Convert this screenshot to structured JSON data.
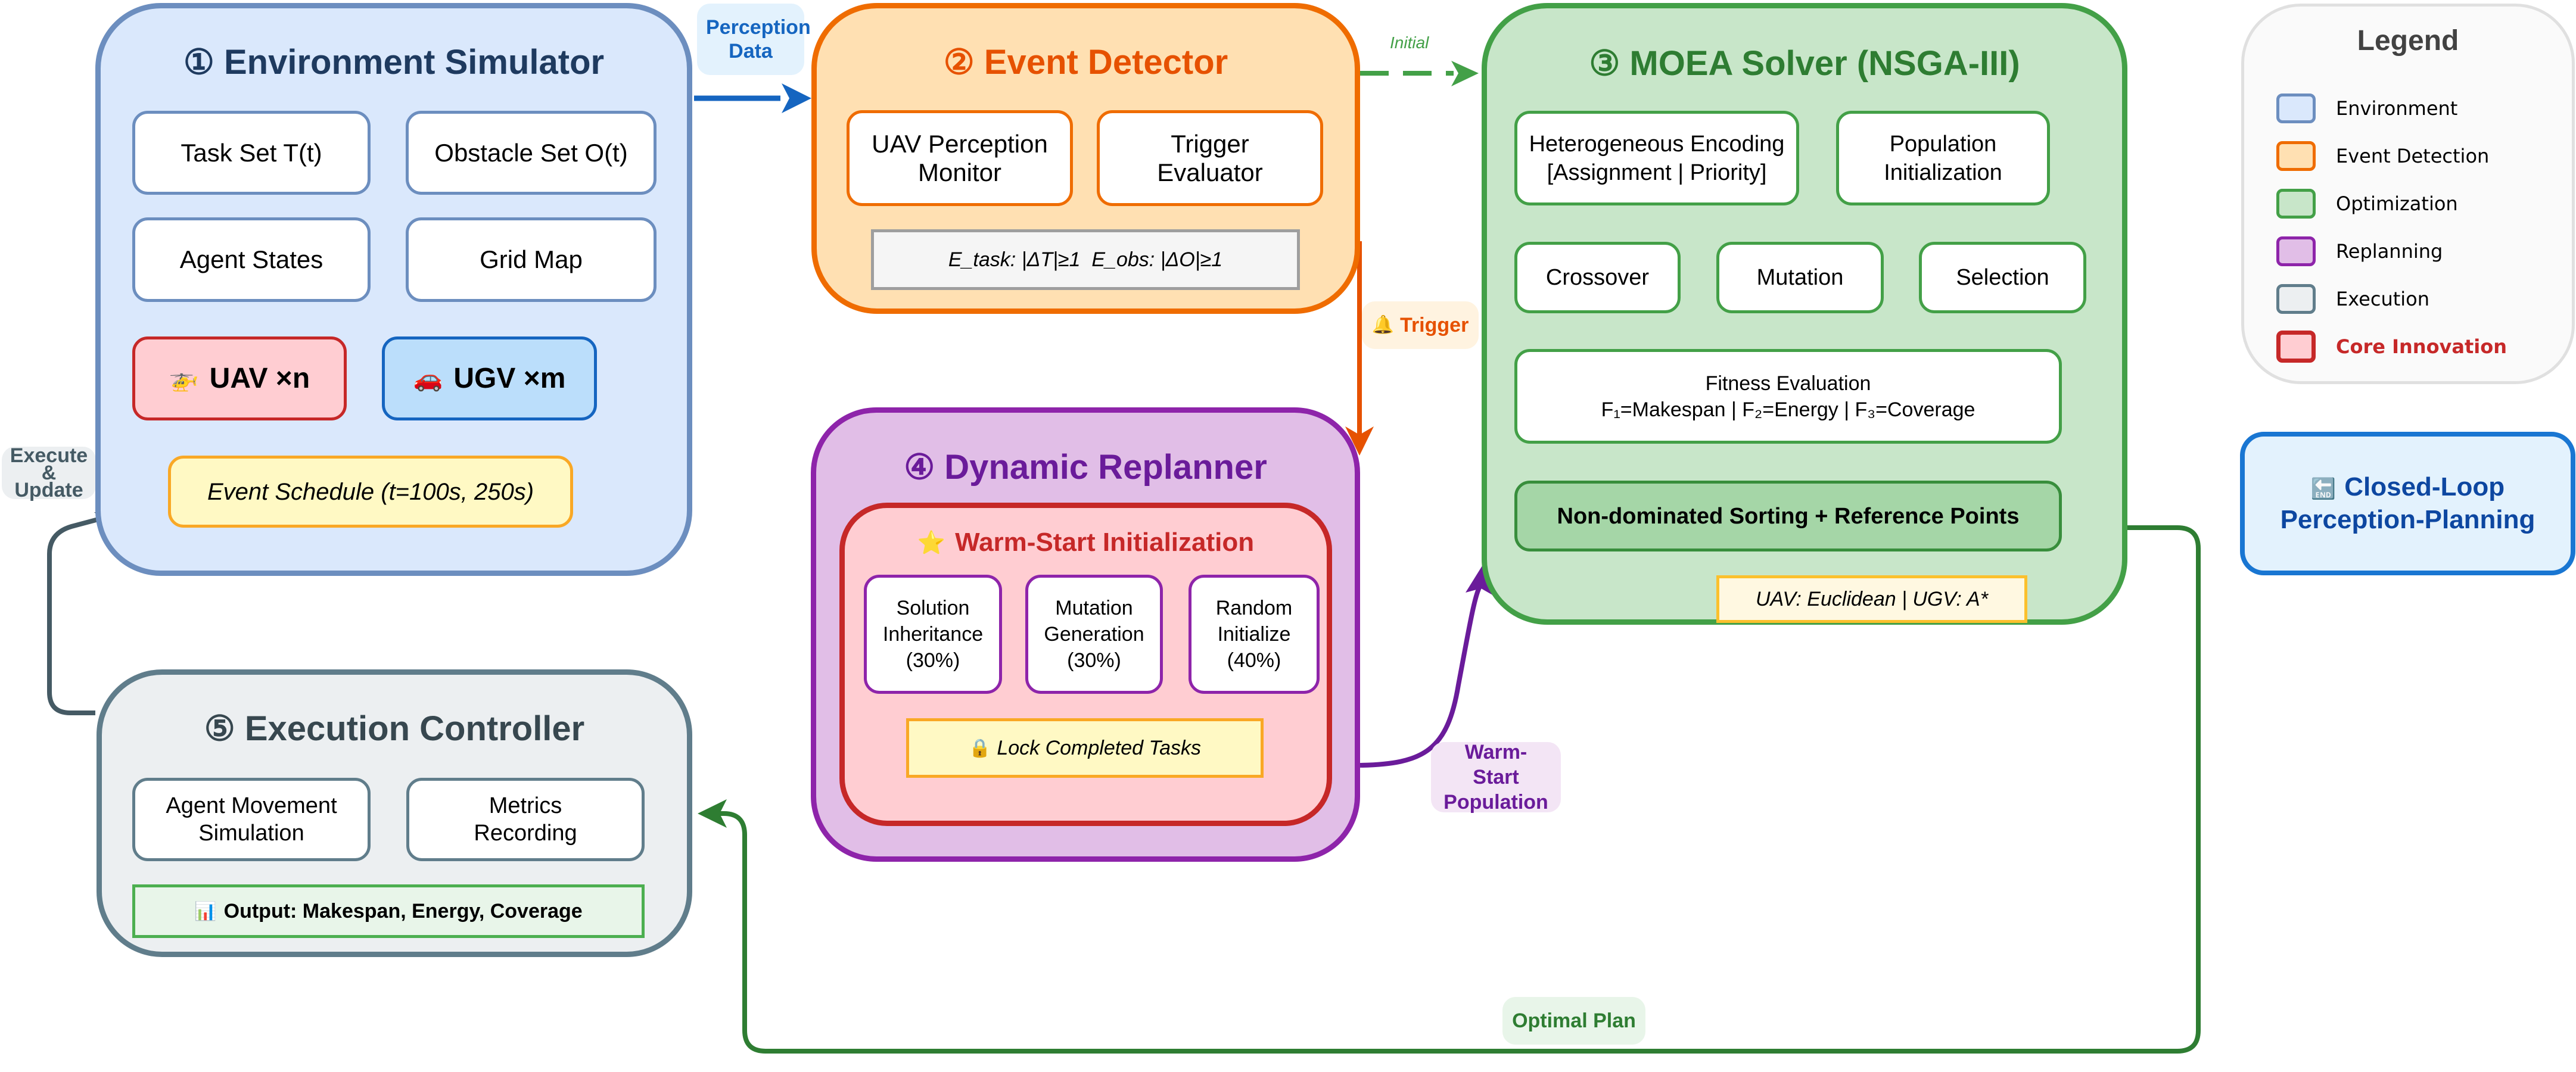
{
  "colors": {
    "environment": "#6c8ebf",
    "event_detection": "#ef6c00",
    "optimization": "#43a047",
    "replanning": "#8e24aa",
    "execution": "#607d8b",
    "core_innovation": "#c62828"
  },
  "environment_simulator": {
    "title": "① Environment Simulator",
    "items": [
      "Task Set T(t)",
      "Obstacle Set O(t)",
      "Agent States",
      "Grid Map"
    ],
    "uav": {
      "icon": "helicopter-icon",
      "glyph": "🚁",
      "label": "UAV ×n"
    },
    "ugv": {
      "icon": "car-icon",
      "glyph": "🚗",
      "label": "UGV ×m"
    },
    "schedule": "Event Schedule (t=100s, 250s)"
  },
  "event_detector": {
    "title": "② Event Detector",
    "items": [
      "UAV Perception Monitor",
      "Trigger Evaluator"
    ],
    "condition": "E_task: |ΔT|≥1  E_obs: |ΔO|≥1"
  },
  "moea_solver": {
    "title": "③ MOEA Solver (NSGA-III)",
    "encoding": "Heterogeneous Encoding [Assignment | Priority]",
    "population_init": "Population Initialization",
    "operators": [
      "Crossover",
      "Mutation",
      "Selection"
    ],
    "fitness_title": "Fitness Evaluation",
    "fitness_detail": "F₁=Makespan | F₂=Energy | F₃=Coverage",
    "sorting": "Non-dominated Sorting + Reference Points",
    "distance": "UAV: Euclidean | UGV: A*"
  },
  "dynamic_replanner": {
    "title": "④ Dynamic Replanner",
    "warm_start": {
      "icon": "star-icon",
      "glyph": "⭐",
      "title": "Warm-Start Initialization",
      "strategies": [
        {
          "name": "Solution Inheritance",
          "share": "(30%)"
        },
        {
          "name": "Mutation Generation",
          "share": "(30%)"
        },
        {
          "name": "Random Initialize",
          "share": "(40%)"
        }
      ],
      "lock": {
        "icon": "lock-icon",
        "glyph": "🔒",
        "label": "Lock Completed Tasks"
      }
    }
  },
  "execution_controller": {
    "title": "⑤ Execution Controller",
    "items": [
      "Agent Movement Simulation",
      "Metrics Recording"
    ],
    "output": {
      "icon": "bar-chart-icon",
      "glyph": "📊",
      "label": "Output: Makespan, Energy, Coverage"
    }
  },
  "edges": {
    "perception_data": "Perception Data",
    "initial": "Initial",
    "trigger": {
      "icon": "bell-icon",
      "glyph": "🔔",
      "label": "Trigger"
    },
    "warm_start_population": "Warm-Start Population",
    "optimal_plan": "Optimal Plan",
    "execute_update": "Execute & Update"
  },
  "legend": {
    "title": "Legend",
    "items": [
      {
        "label": "Environment",
        "fill": "#dae8fc",
        "stroke": "#6c8ebf"
      },
      {
        "label": "Event Detection",
        "fill": "#ffe0b2",
        "stroke": "#ef6c00"
      },
      {
        "label": "Optimization",
        "fill": "#c8e6c9",
        "stroke": "#43a047"
      },
      {
        "label": "Replanning",
        "fill": "#e1bee7",
        "stroke": "#8e24aa"
      },
      {
        "label": "Execution",
        "fill": "#eceff1",
        "stroke": "#607d8b"
      },
      {
        "label": "Core Innovation",
        "fill": "#ffcdd2",
        "stroke": "#c62828"
      }
    ]
  },
  "closed_loop": {
    "icon": "end-arrow-icon",
    "glyph": "🔚",
    "label": "Closed-Loop Perception-Planning"
  }
}
